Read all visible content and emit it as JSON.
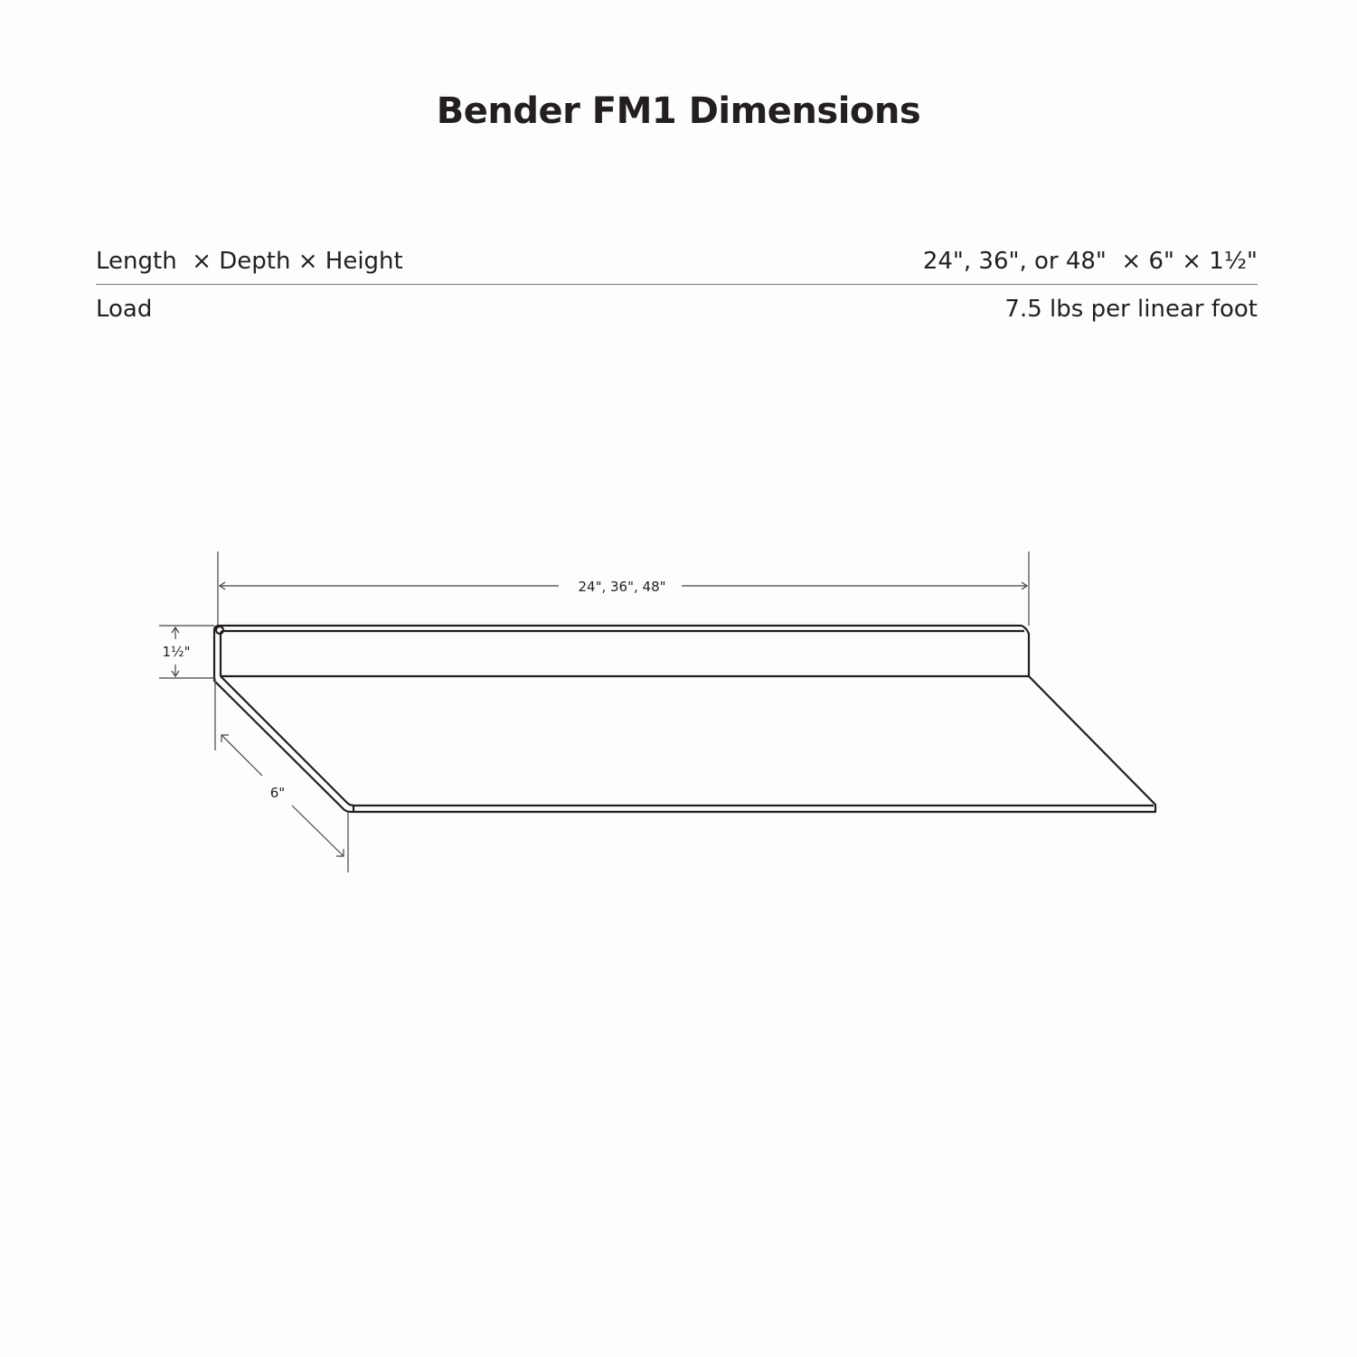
{
  "title": "Bender FM1 Dimensions",
  "specs": [
    {
      "label": "Length  × Depth × Height",
      "value": "24\", 36\", or 48\"  × 6\" × 1½\""
    },
    {
      "label": "Load",
      "value": "7.5 lbs per linear foot"
    }
  ],
  "drawing": {
    "length_label": "24\", 36\",  48\"",
    "height_label": "1½\"",
    "depth_label": "6\"",
    "line_color": "#231f20",
    "dim_line_color": "#444444"
  }
}
